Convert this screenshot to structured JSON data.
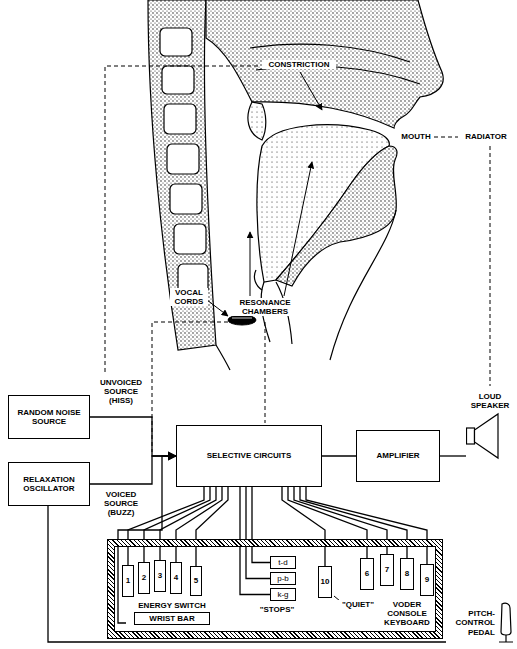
{
  "diagram": {
    "nodes": [
      {
        "text": [
          "RANDOM NOISE SOURCE"
        ]
      },
      {
        "text": [
          "RELAXATION OSCILLATOR"
        ]
      },
      {
        "text": [
          "SELECTIVE CIRCUITS"
        ]
      },
      {
        "text": [
          "AMPLIFIER"
        ]
      },
      {
        "text": [
          "VODER CONSOLE KEYBOARD"
        ]
      },
      {
        "text": [
          "1"
        ],
        "in": 4
      },
      {
        "text": [
          "2"
        ],
        "in": 4
      },
      {
        "text": [
          "3"
        ],
        "in": 4
      },
      {
        "text": [
          "4"
        ],
        "in": 4
      },
      {
        "text": [
          "5"
        ],
        "in": 4
      },
      {
        "text": [
          "6"
        ],
        "in": 4
      },
      {
        "text": [
          "7"
        ],
        "in": 4
      },
      {
        "text": [
          "8"
        ],
        "in": 4
      },
      {
        "text": [
          "9"
        ],
        "in": 4
      },
      {
        "text": [
          "10"
        ],
        "in": 4
      },
      {
        "text": [
          "t-d"
        ],
        "in": 4
      },
      {
        "text": [
          "p-b"
        ],
        "in": 4
      },
      {
        "text": [
          "k-g"
        ],
        "in": 4
      },
      {
        "text": [
          "ENERGY SWITCH",
          "WRIST BAR"
        ],
        "in": 4
      },
      {
        "text": [
          "LOUD SPEAKER"
        ]
      },
      {
        "text": [
          "PITCH-CONTROL PEDAL"
        ]
      }
    ],
    "edges": [
      {
        "from": 0,
        "to": 2,
        "arrow": "to",
        "label": "UNVOICED SOURCE (HISS)"
      },
      {
        "from": 1,
        "to": 2,
        "arrow": "to",
        "label": "VOICED SOURCE (BUZZ)"
      },
      {
        "from": 2,
        "to": 3,
        "arrow": "none"
      },
      {
        "from": 3,
        "to": 19,
        "arrow": "none"
      },
      {
        "from": 5,
        "to": 2,
        "arrow": "none"
      },
      {
        "from": 6,
        "to": 2,
        "arrow": "none"
      },
      {
        "from": 7,
        "to": 2,
        "arrow": "none"
      },
      {
        "from": 8,
        "to": 2,
        "arrow": "none"
      },
      {
        "from": 9,
        "to": 2,
        "arrow": "none"
      },
      {
        "from": 10,
        "to": 2,
        "arrow": "none"
      },
      {
        "from": 11,
        "to": 2,
        "arrow": "none"
      },
      {
        "from": 12,
        "to": 2,
        "arrow": "none"
      },
      {
        "from": 13,
        "to": 2,
        "arrow": "none"
      },
      {
        "from": 14,
        "to": 2,
        "arrow": "none"
      },
      {
        "from": 15,
        "to": 2,
        "arrow": "none"
      },
      {
        "from": 16,
        "to": 2,
        "arrow": "none"
      },
      {
        "from": 17,
        "to": 2,
        "arrow": "none"
      },
      {
        "from": 18,
        "to": 2,
        "arrow": "none"
      },
      {
        "from": 20,
        "to": 1,
        "arrow": "none"
      }
    ],
    "labels": [
      "CONSTRICTION",
      "MOUTH",
      "RADIATOR",
      "VOCAL CORDS",
      "RESONANCE CHAMBERS",
      "\"STOPS\"",
      "\"QUIET\""
    ]
  }
}
